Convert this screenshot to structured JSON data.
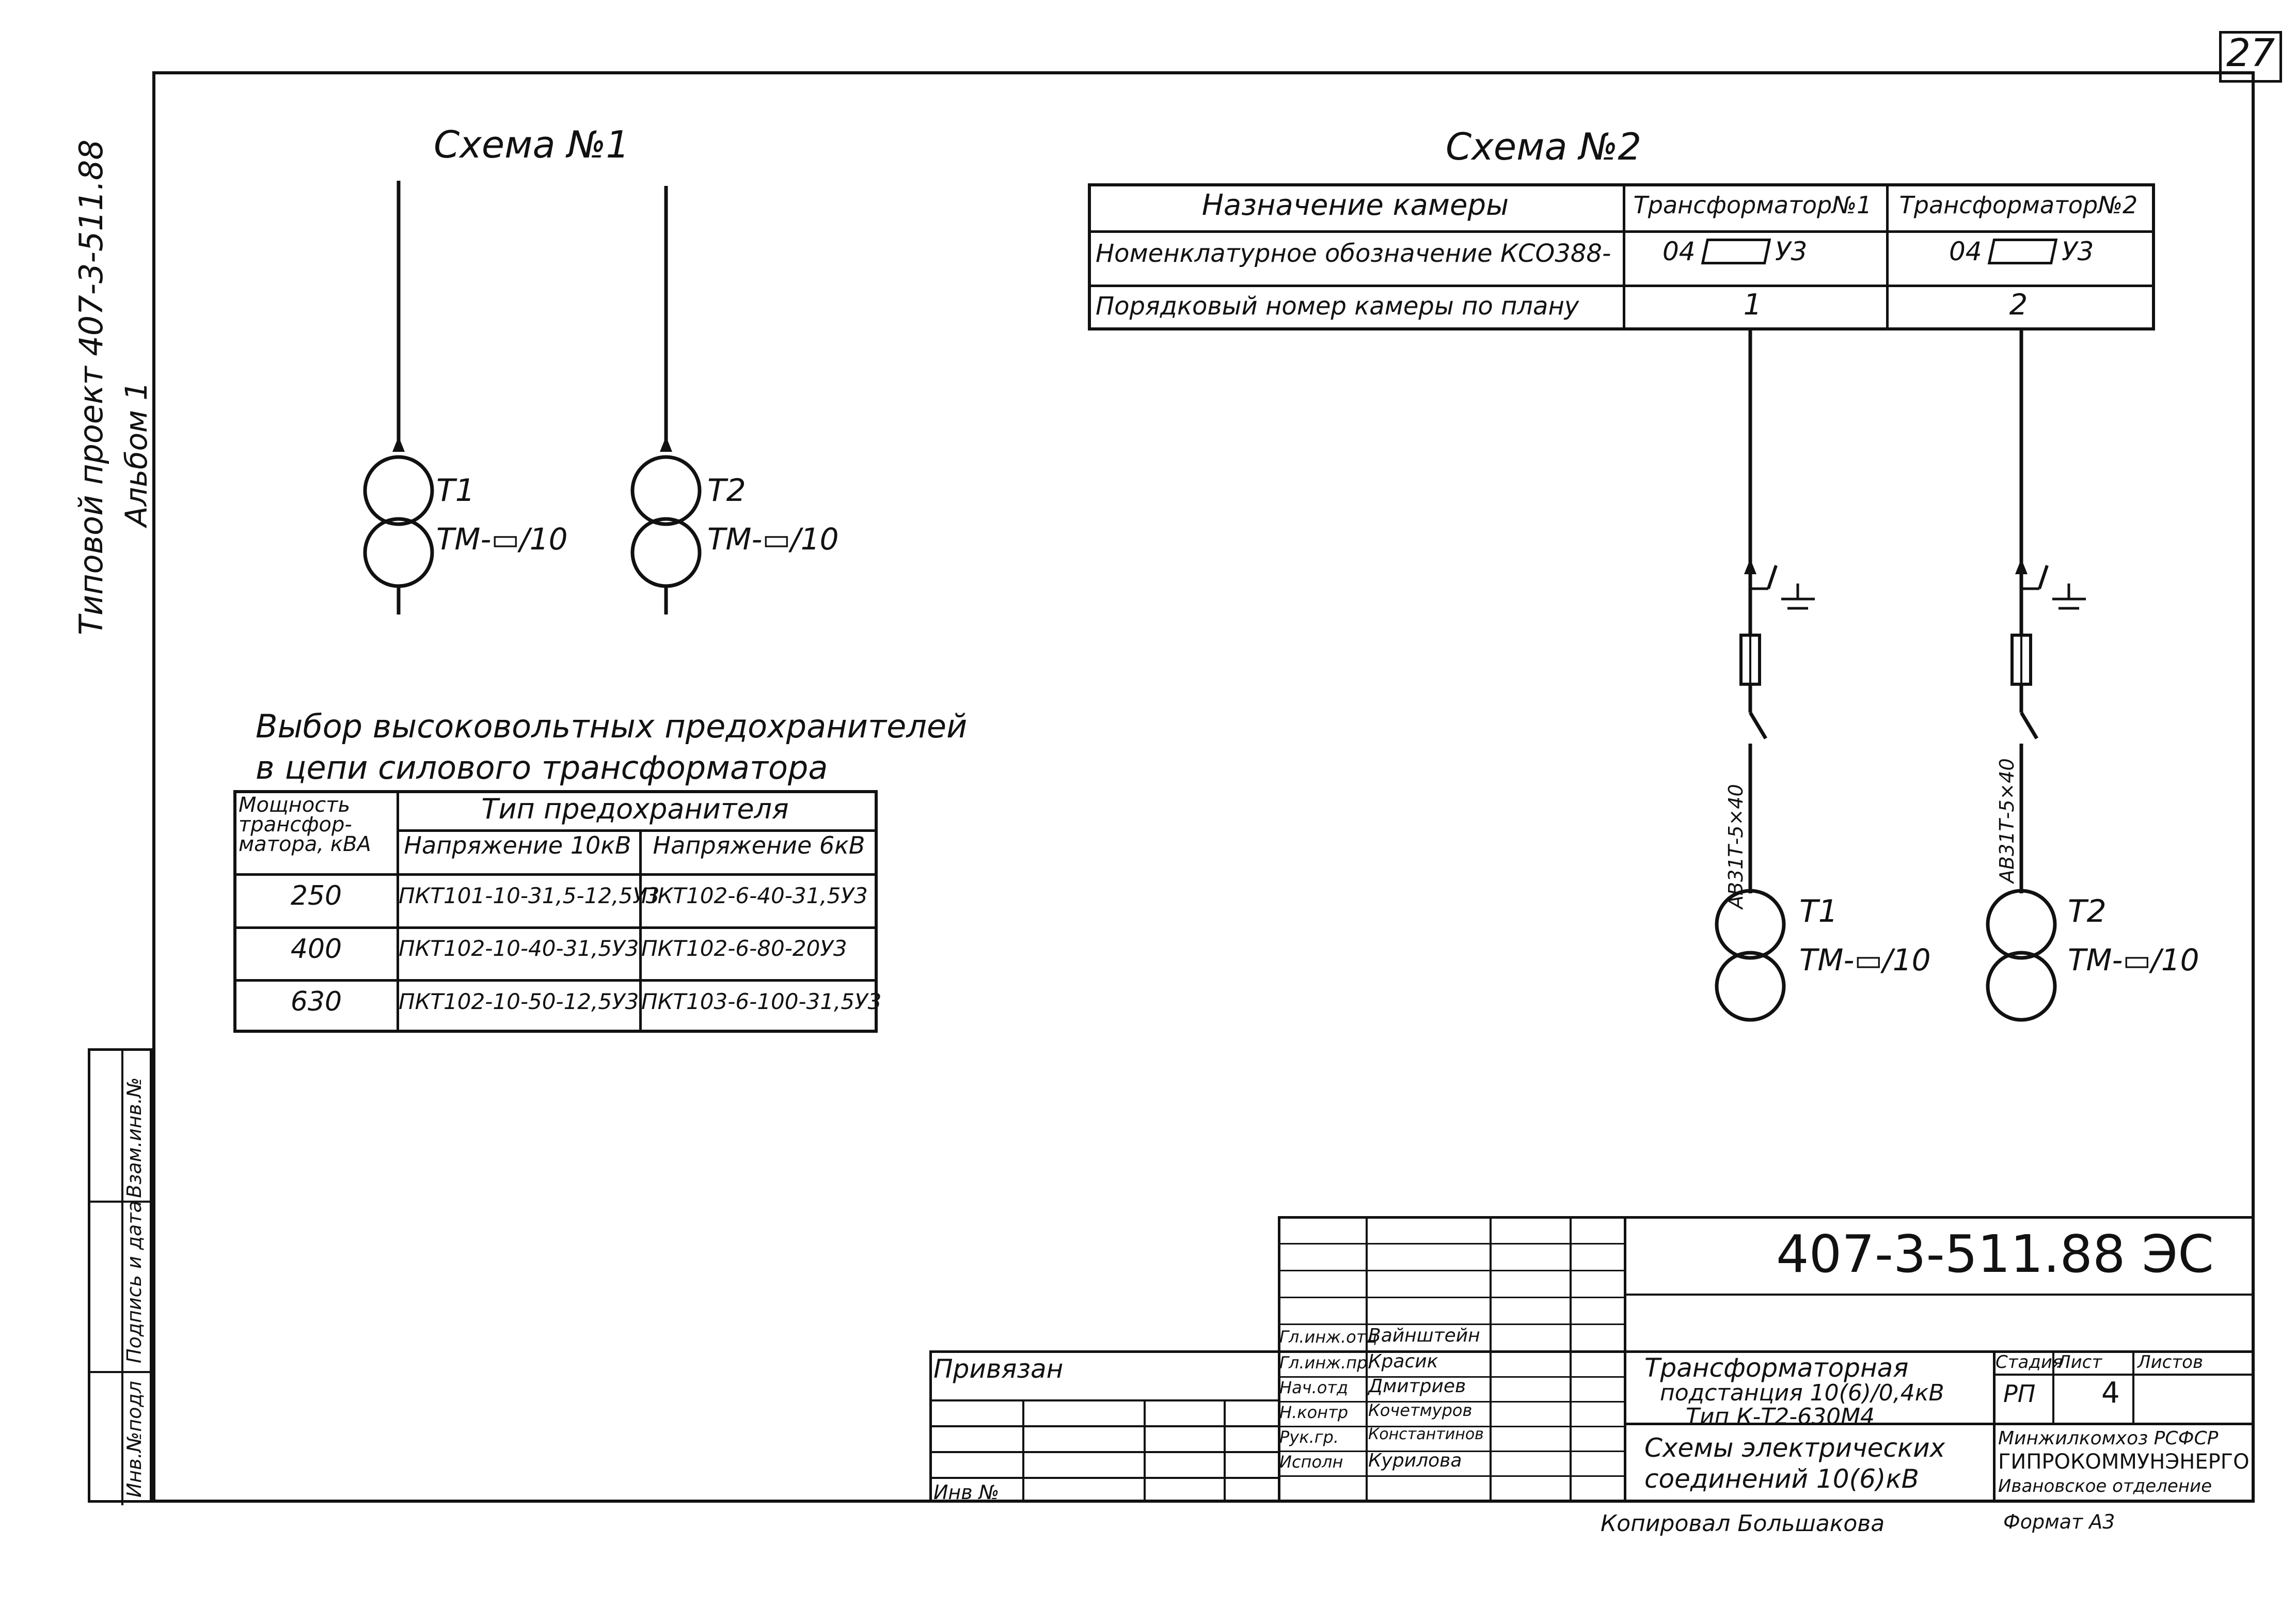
{
  "sheet": {
    "number": "27",
    "side_note_line1": "Типовой проект 407-3-511.88",
    "side_note_line2": "Альбом 1",
    "side_strip": [
      "Взам.инв.№",
      "Подпись и дата",
      "Инв.№подл"
    ]
  },
  "scheme1": {
    "title": "Схема №1",
    "transformers": [
      {
        "name": "Т1",
        "type": "ТМ-▭/10"
      },
      {
        "name": "Т2",
        "type": "ТМ-▭/10"
      }
    ]
  },
  "fuse_table": {
    "title_line1": "Выбор высоковольтных предохранителей",
    "title_line2": "в цепи силового трансформатора",
    "header_power": "Мощность трансфор-матора, кВА",
    "header_type": "Тип предохранителя",
    "header_10kv": "Напряжение 10кВ",
    "header_6kv": "Напряжение 6кВ",
    "rows": [
      {
        "power": "250",
        "kv10": "ПКТ101-10-31,5-12,5У3",
        "kv6": "ПКТ102-6-40-31,5У3"
      },
      {
        "power": "400",
        "kv10": "ПКТ102-10-40-31,5У3",
        "kv6": "ПКТ102-6-80-20У3"
      },
      {
        "power": "630",
        "kv10": "ПКТ102-10-50-12,5У3",
        "kv6": "ПКТ103-6-100-31,5У3"
      }
    ]
  },
  "scheme2": {
    "title": "Схема №2",
    "row1_label": "Назначение камеры",
    "row1_col1": "Трансформатор№1",
    "row1_col2": "Трансформатор№2",
    "row2_label": "Номенклатурное обозначение КСО388-",
    "row2_col1_pre": "04",
    "row2_col1_post": "У3",
    "row2_col2_pre": "04",
    "row2_col2_post": "У3",
    "row3_label": "Порядковый номер камеры по плану",
    "row3_col1": "1",
    "row3_col2": "2",
    "switch_label": "АВ31Т-5×40",
    "transformers": [
      {
        "name": "Т1",
        "type": "ТМ-▭/10"
      },
      {
        "name": "Т2",
        "type": "ТМ-▭/10"
      }
    ]
  },
  "title_block": {
    "code": "407-3-511.88 ЭС",
    "privyazan": "Привязан",
    "inv": "Инв №",
    "roles": [
      {
        "role": "Гл.инж.отд",
        "name": "Вайнштейн"
      },
      {
        "role": "Гл.инж.пр.",
        "name": "Красик"
      },
      {
        "role": "Нач.отд",
        "name": "Дмитриев"
      },
      {
        "role": "Н.контр",
        "name": "Кочетмуров"
      },
      {
        "role": "Рук.гр.",
        "name": "Константинов"
      },
      {
        "role": "Исполн",
        "name": "Курилова"
      }
    ],
    "object_line1": "Трансформаторная",
    "object_line2": "подстанция 10(6)/0,4кВ",
    "object_line3": "Тип К-Т2-630М4",
    "drawing_line1": "Схемы электрических",
    "drawing_line2": "соединений 10(6)кВ",
    "stage_h": "Стадия",
    "sheet_h": "Лист",
    "sheets_h": "Листов",
    "stage": "РП",
    "sheet": "4",
    "org_line1": "Минжилкомхоз РСФСР",
    "org_line2": "ГИПРОКОММУНЭНЕРГО",
    "org_line3": "Ивановское отделение",
    "copied": "Копировал Большакова",
    "format": "Формат А3"
  }
}
